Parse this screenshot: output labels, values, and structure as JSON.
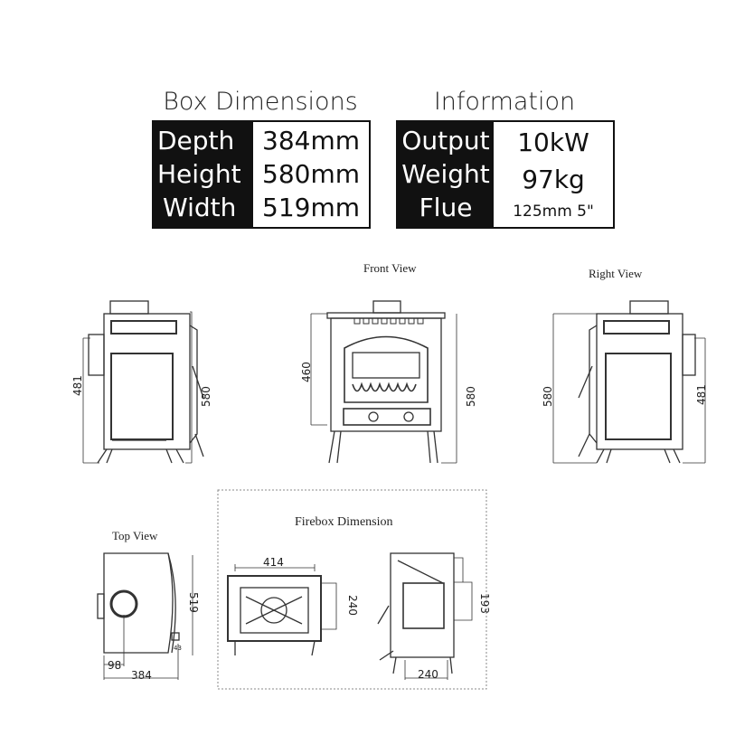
{
  "box_dimensions": {
    "title": "Box Dimensions",
    "rows": [
      {
        "label": "Depth",
        "value": "384mm"
      },
      {
        "label": "Height",
        "value": "580mm"
      },
      {
        "label": "Width",
        "value": "519mm"
      }
    ]
  },
  "information": {
    "title": "Information",
    "rows": [
      {
        "label": "Output",
        "value": "10kW"
      },
      {
        "label": "Weight",
        "value": "97kg"
      },
      {
        "label": "Flue",
        "value": "125mm 5\""
      }
    ]
  },
  "drawings": {
    "left_view": {
      "dim_height_total": "580",
      "dim_height_flue": "481"
    },
    "front_view": {
      "title": "Front View",
      "dim_left": "460",
      "dim_right": "580"
    },
    "right_view": {
      "title": "Right View",
      "dim_left": "580",
      "dim_right": "481"
    },
    "top_view": {
      "title": "Top View",
      "dim_width": "519",
      "dim_depth": "384",
      "dim_flue_offset": "98",
      "dim_small": "43"
    },
    "firebox": {
      "title": "Firebox Dimension",
      "dim_width": "414",
      "dim_depth": "240",
      "dim_side_height": "193",
      "dim_side_depth": "240"
    }
  }
}
